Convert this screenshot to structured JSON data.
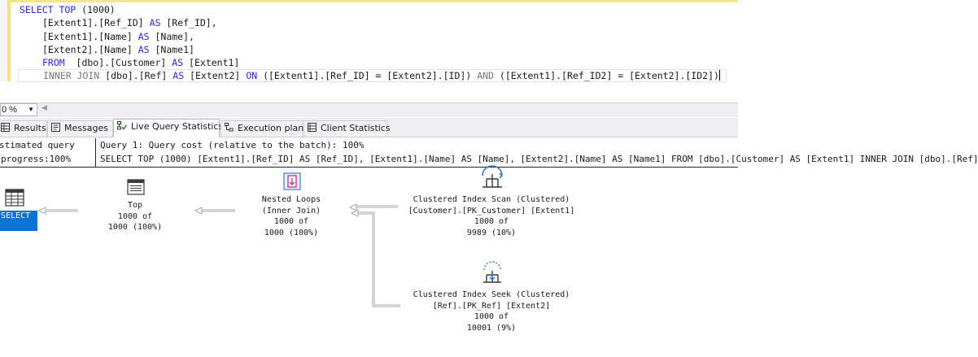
{
  "editor": {
    "lines": [
      {
        "kw": "SELECT TOP",
        "rest": " (1000)"
      },
      {
        "rest": "[Extent1].[Ref_ID] ",
        "kw": "AS",
        "tail": " [Ref_ID],"
      },
      {
        "rest": "[Extent1].[Name] ",
        "kw": "AS",
        "tail": " [Name],"
      },
      {
        "rest": "[Extent2].[Name] ",
        "kw": "AS",
        "tail": " [Name1]"
      },
      {
        "kw": "FROM",
        "rest": "  [dbo].[Customer] ",
        "kw2": "AS",
        "tail": " [Extent1]"
      },
      {
        "gr": "INNER JOIN",
        "rest": " [dbo].[Ref] ",
        "kw": "AS",
        "mid": " [Extent2] ",
        "kw2": "ON",
        "tail": " ([Extent1].[Ref_ID] = [Extent2].[ID]) ",
        "gr2": "AND",
        "tail2": " ([Extent1].[Ref_ID2] = [Extent2].[ID2])"
      }
    ]
  },
  "zoom": {
    "value": "0 %"
  },
  "tabs": [
    {
      "label": "Results"
    },
    {
      "label": "Messages"
    },
    {
      "label": "Live Query Statistics"
    },
    {
      "label": "Execution plan"
    },
    {
      "label": "Client Statistics"
    }
  ],
  "stats": {
    "left_line1": "stimated query",
    "left_line2": "progress:100%",
    "right_line1": "Query 1: Query cost (relative to the batch): 100%",
    "right_line2": "SELECT TOP (1000) [Extent1].[Ref_ID] AS [Ref_ID], [Extent1].[Name] AS [Name], [Extent2].[Name] AS [Name1] FROM [dbo].[Customer] AS [Extent1] INNER JOIN [dbo].[Ref]"
  },
  "plan": {
    "select": {
      "label": "SELECT"
    },
    "top": {
      "line1": "Top",
      "line2": "1000 of",
      "line3": "1000 (100%)"
    },
    "nested": {
      "line1": "Nested Loops",
      "line2": "(Inner Join)",
      "line3": "1000 of",
      "line4": "1000 (100%)"
    },
    "scan": {
      "line1": "Clustered Index Scan (Clustered)",
      "line2": "[Customer].[PK_Customer] [Extent1]",
      "line3": "1000 of",
      "line4": "9989 (10%)"
    },
    "seek": {
      "line1": "Clustered Index Seek (Clustered)",
      "line2": "[Ref].[PK_Ref] [Extent2]",
      "line3": "1000 of",
      "line4": "10001 (9%)"
    }
  },
  "colors": {
    "accent": "#0a74d6",
    "keyword": "#2929e0",
    "gray_keyword": "#777777",
    "changebar": "#f6e27b"
  }
}
